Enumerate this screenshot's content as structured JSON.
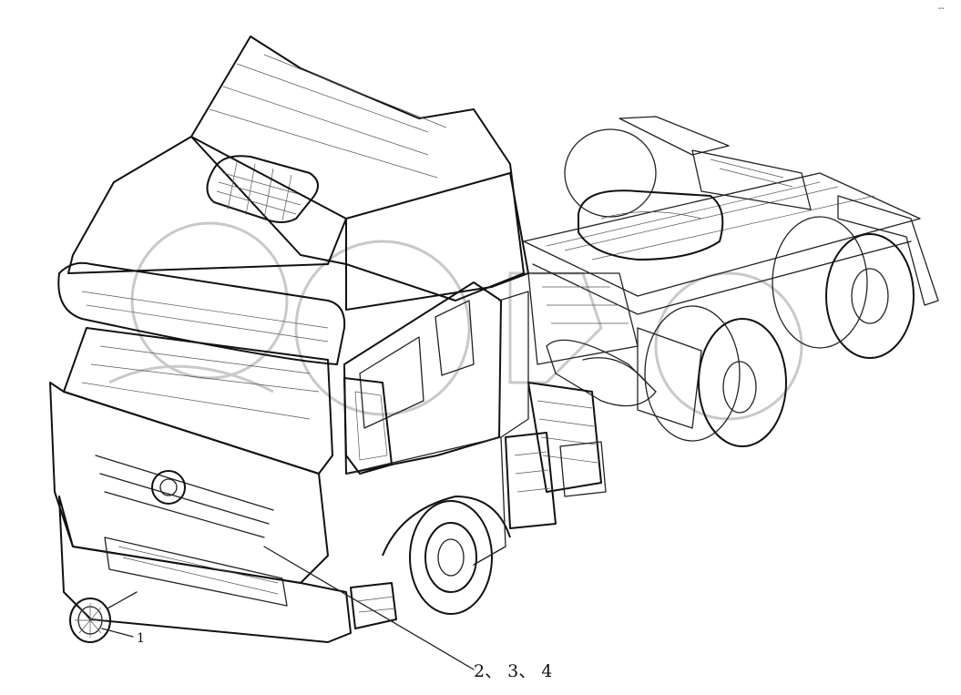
{
  "diagram": {
    "callouts": [
      {
        "id": "callout-1",
        "label": "1"
      },
      {
        "id": "callout-2-3-4",
        "label": "2、 3、 4"
      }
    ],
    "corner_mark": "--"
  }
}
